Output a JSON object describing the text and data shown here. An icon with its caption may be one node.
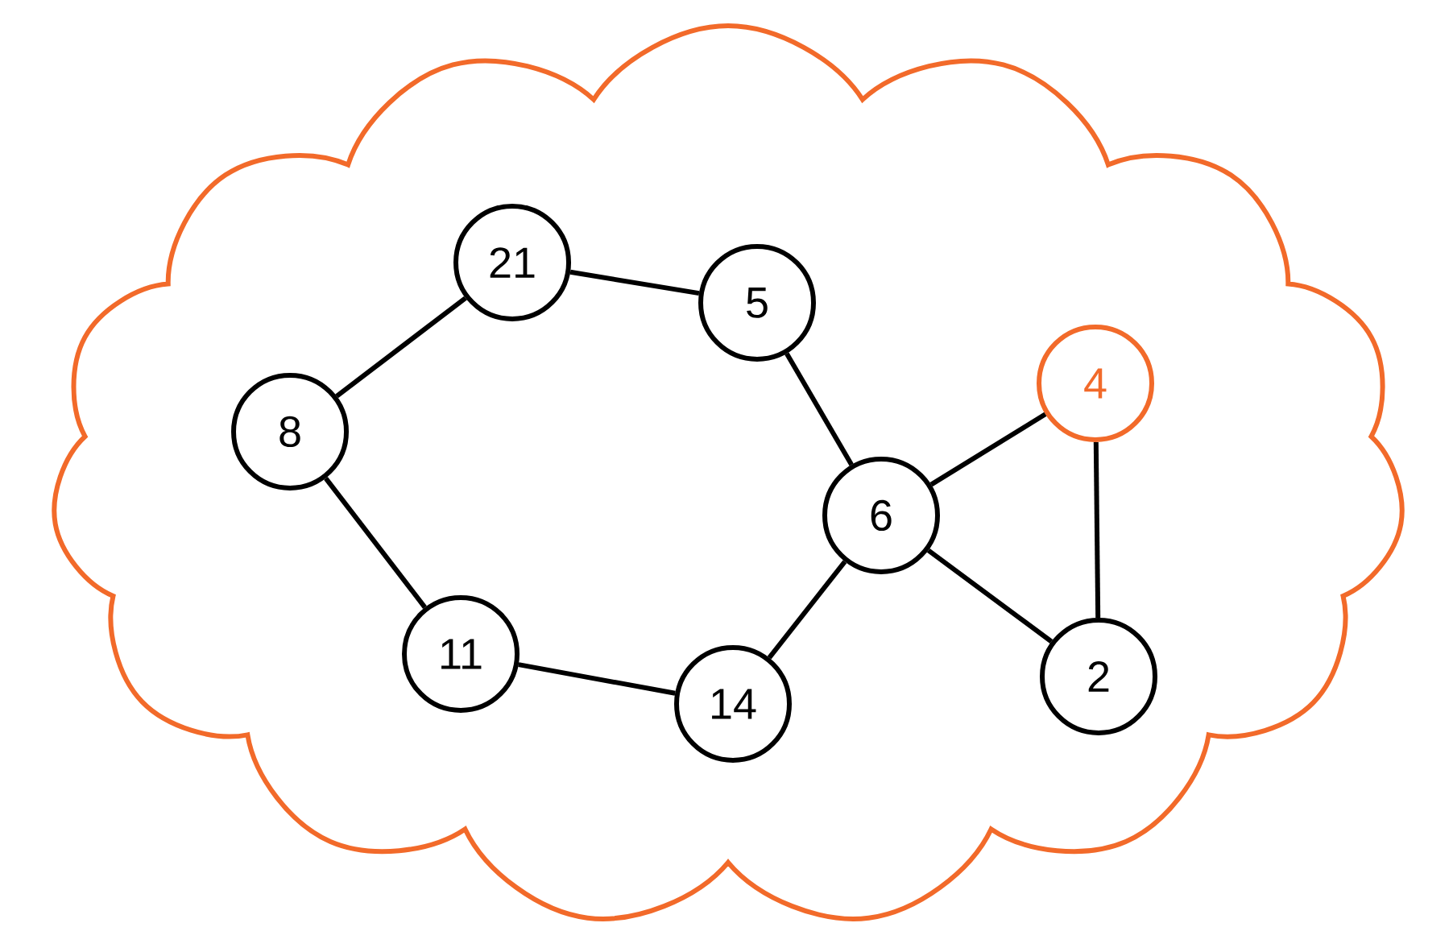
{
  "diagram": {
    "nodes": [
      {
        "text": [],
        "shape": "cloud"
      },
      {
        "text": [
          "21"
        ],
        "in": 0
      },
      {
        "text": [
          "5"
        ],
        "in": 0
      },
      {
        "text": [
          "8"
        ],
        "in": 0
      },
      {
        "text": [
          "4"
        ],
        "in": 0
      },
      {
        "text": [
          "6"
        ],
        "in": 0
      },
      {
        "text": [
          "11"
        ],
        "in": 0
      },
      {
        "text": [
          "14"
        ],
        "in": 0
      },
      {
        "text": [
          "2"
        ],
        "in": 0
      }
    ],
    "edges": [
      {
        "from": 1,
        "to": 2,
        "arrow": "none"
      },
      {
        "from": 1,
        "to": 3,
        "arrow": "none"
      },
      {
        "from": 3,
        "to": 6,
        "arrow": "none"
      },
      {
        "from": 6,
        "to": 7,
        "arrow": "none"
      },
      {
        "from": 7,
        "to": 5,
        "arrow": "none"
      },
      {
        "from": 2,
        "to": 5,
        "arrow": "none"
      },
      {
        "from": 5,
        "to": 4,
        "arrow": "none"
      },
      {
        "from": 5,
        "to": 8,
        "arrow": "none"
      },
      {
        "from": 4,
        "to": 8,
        "arrow": "none"
      }
    ]
  }
}
